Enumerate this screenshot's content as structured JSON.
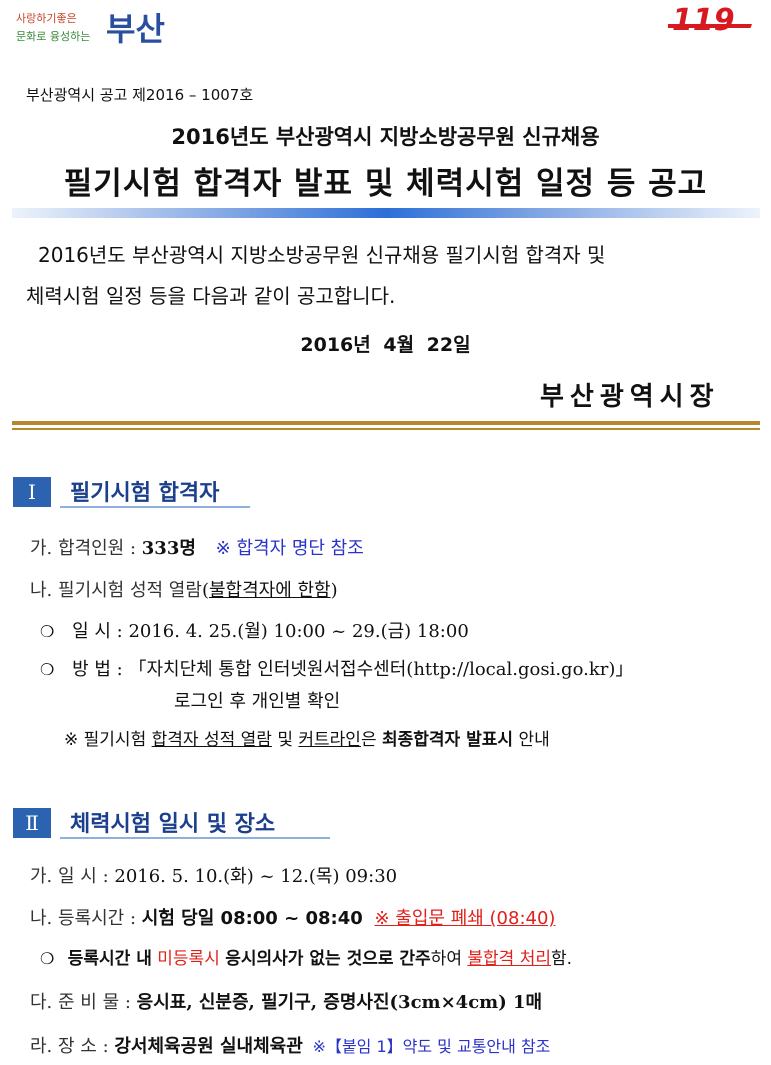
{
  "header": {
    "logo_left_line1": "사랑하기좋은",
    "logo_left_line2": "문화로 융성하는",
    "logo_left_city": "부산",
    "logo_right_text": "119"
  },
  "notice_number": "부산광역시 공고 제2016 – 1007호",
  "subtitle": "2016년도 부산광역시 지방소방공무원 신규채용",
  "title": "필기시험 합격자 발표 및 체력시험 일정 등 공고",
  "intro_line1": "2016년도 부산광역시 지방소방공무원 신규채용 필기시험 합격자 및",
  "intro_line2": "체력시험 일정 등을 다음과 같이 공고합니다.",
  "date": "2016년  4월  22일",
  "issuer": "부산광역시장",
  "section1": {
    "num": "Ⅰ",
    "title": "필기시험 합격자",
    "a_label": "가. 합격인원 :",
    "a_value": "333명",
    "a_note": "※ 합격자 명단 참조",
    "b_label": "나. 필기시험 성적 열람",
    "b_paren_open": "(",
    "b_paren_text": "불합격자에 한함",
    "b_paren_close": ")",
    "b1_bullet": "❍",
    "b1_label": "일      시 :",
    "b1_value": "2016. 4. 25.(월) 10:00 ~ 29.(금) 18:00",
    "b2_bullet": "❍",
    "b2_label": "방      법 :",
    "b2_value": "「자치단체 통합 인터넷원서접수센터(http://local.gosi.go.kr)」",
    "b2_value2": "로그인 후 개인별 확인",
    "note_prefix": "※ 필기시험",
    "note_u1": "합격자 성적 열람",
    "note_mid": "및",
    "note_u2": "커트라인",
    "note_suffix1": "은",
    "note_bold": "최종합격자 발표시",
    "note_suffix2": "안내"
  },
  "section2": {
    "num": "Ⅱ",
    "title": "체력시험 일시 및 장소",
    "a_label": "가. 일      시 :",
    "a_value": "2016. 5. 10.(화) ~ 12.(목) 09:30",
    "b_label": "나. 등록시간 :",
    "b_value": "시험 당일 08:00 ~ 08:40",
    "b_note": "※ 출입문 폐쇄 (08:40)",
    "b1_bullet": "❍",
    "b1_t1": "등록시간 내",
    "b1_red1": "미등록시",
    "b1_t2": "응시의사가 없는 것으로 간주",
    "b1_t3": "하여",
    "b1_red2": "불합격 처리",
    "b1_t4": "함.",
    "c_label": "다. 준 비 물 :",
    "c_value": "응시표, 신분증, 필기구, 증명사진(3cm×4cm) 1매",
    "d_label": "라. 장      소 :",
    "d_value": "강서체육공원 실내체육관",
    "d_note": "※【붙임 1】약도 및 교통안내 참조"
  },
  "colors": {
    "section_badge": "#2b63b0",
    "section_title": "#1b3f8c",
    "note_blue": "#2b33c9",
    "alert_red": "#e0201b",
    "rule_gold": "#b8862c"
  }
}
